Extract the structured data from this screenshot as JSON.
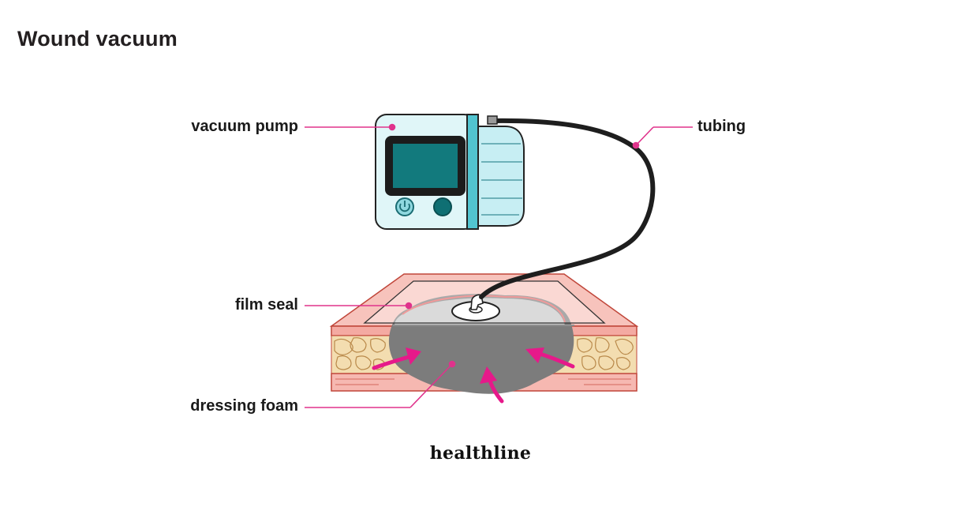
{
  "title": "Wound vacuum",
  "labels": {
    "vacuum_pump": "vacuum pump",
    "tubing": "tubing",
    "film_seal": "film seal",
    "dressing_foam": "dressing foam"
  },
  "brand": "healthline",
  "colors": {
    "leader_line": "#e0338c",
    "pump_body": "#dff6f8",
    "pump_screen": "#0f7a7c",
    "pump_accent": "#4fc3cf",
    "tubing": "#1e1e1e",
    "foam": "#7b7b7b",
    "skin": "#f6b8b1",
    "fat": "#f1dcae",
    "arrows": "#e6198a"
  },
  "icons": {
    "power_button": "power-icon"
  }
}
